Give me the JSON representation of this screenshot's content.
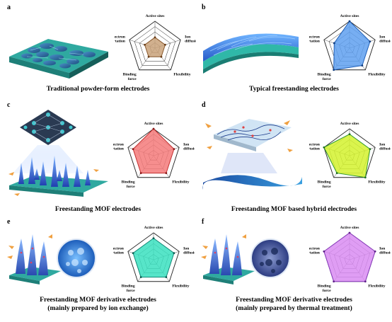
{
  "panels": [
    {
      "label": "a",
      "caption_lines": [
        "Traditional powder-form electrodes"
      ],
      "fill": "#c9a27a",
      "stroke": "#8a5a2e",
      "dot": "#6a3d17",
      "chart_data": {
        "type": "radar",
        "axes": [
          "Active sites",
          "Ion diffusion",
          "Flexibility",
          "Binding force",
          "Electron transportation"
        ],
        "max": 5,
        "values": [
          2,
          2,
          2,
          2,
          2
        ]
      }
    },
    {
      "label": "b",
      "caption_lines": [
        "Typical freestanding electrodes"
      ],
      "fill": "#5fa0f0",
      "stroke": "#1e5fb8",
      "dot": "#123e80",
      "chart_data": {
        "type": "radar",
        "axes": [
          "Active sites",
          "Ion diffusion",
          "Flexibility",
          "Binding force",
          "Electron transportation"
        ],
        "max": 5,
        "values": [
          5,
          4,
          4,
          5,
          3
        ]
      }
    },
    {
      "label": "c",
      "caption_lines": [
        "Freestanding MOF electrodes"
      ],
      "fill": "#f47a7a",
      "stroke": "#c43030",
      "dot": "#8a1515",
      "chart_data": {
        "type": "radar",
        "axes": [
          "Active sites",
          "Ion diffusion",
          "Flexibility",
          "Binding force",
          "Electron transportation"
        ],
        "max": 5,
        "values": [
          5,
          4,
          4,
          4,
          4
        ]
      }
    },
    {
      "label": "d",
      "caption_lines": [
        "Freestanding MOF based hybrid electrodes"
      ],
      "fill": "#d4f22e",
      "stroke": "#2f9a2f",
      "dot": "#1f6f1f",
      "chart_data": {
        "type": "radar",
        "axes": [
          "Active sites",
          "Ion diffusion",
          "Flexibility",
          "Binding force",
          "Electron transportation"
        ],
        "max": 5,
        "values": [
          4,
          4,
          5,
          4,
          5
        ]
      }
    },
    {
      "label": "e",
      "caption_lines": [
        "Freestanding MOF derivative electrodes",
        "(mainly prepared by ion exchange)"
      ],
      "fill": "#3ae0c0",
      "stroke": "#118a78",
      "dot": "#0b5e52",
      "chart_data": {
        "type": "radar",
        "axes": [
          "Active sites",
          "Ion diffusion",
          "Flexibility",
          "Binding force",
          "Electron transportation"
        ],
        "max": 5,
        "values": [
          4,
          4,
          4,
          4,
          4
        ]
      }
    },
    {
      "label": "f",
      "caption_lines": [
        "Freestanding MOF derivative electrodes",
        "(mainly prepared by thermal treatment)"
      ],
      "fill": "#d98cf2",
      "stroke": "#8a3dbf",
      "dot": "#5e1e8a",
      "chart_data": {
        "type": "radar",
        "axes": [
          "Active sites",
          "Ion diffusion",
          "Flexibility",
          "Binding force",
          "Electron transportation"
        ],
        "max": 5,
        "values": [
          5,
          5,
          5,
          5,
          5
        ]
      }
    }
  ]
}
